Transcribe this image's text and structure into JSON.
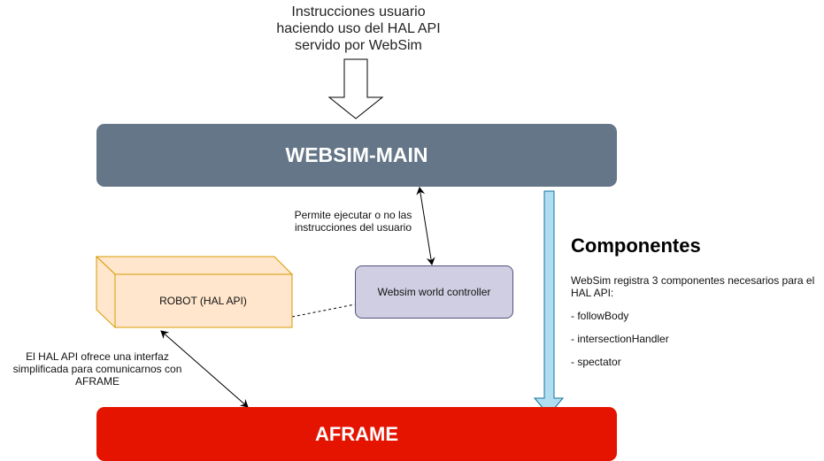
{
  "top_note": {
    "text": "Instrucciones usuario\nhaciendo uso del HAL API\nservido por WebSim"
  },
  "websim_main": {
    "label": "WEBSIM-MAIN",
    "color": "#647687"
  },
  "aframe": {
    "label": "AFRAME",
    "color": "#e51400"
  },
  "controller": {
    "label": "Websim world controller",
    "color": "#d0cee2",
    "border": "#56517e"
  },
  "robot": {
    "label": "ROBOT (HAL API)",
    "color": "#ffe6cc",
    "border": "#d79b00"
  },
  "notes": {
    "permite": "Permite ejecutar o no las\ninstrucciones del usuario",
    "hal": "El HAL API ofrece una interfaz\nsimplificada para comunicarnos con\nAFRAME"
  },
  "componentes": {
    "title": "Componentes",
    "description": "WebSim registra 3 componentes necesarios para el HAL API:",
    "items": [
      "- followBody",
      "- intersectionHandler",
      "- spectator"
    ]
  },
  "arrow_colors": {
    "blue_fill": "#b1ddf0",
    "blue_stroke": "#10739e"
  }
}
